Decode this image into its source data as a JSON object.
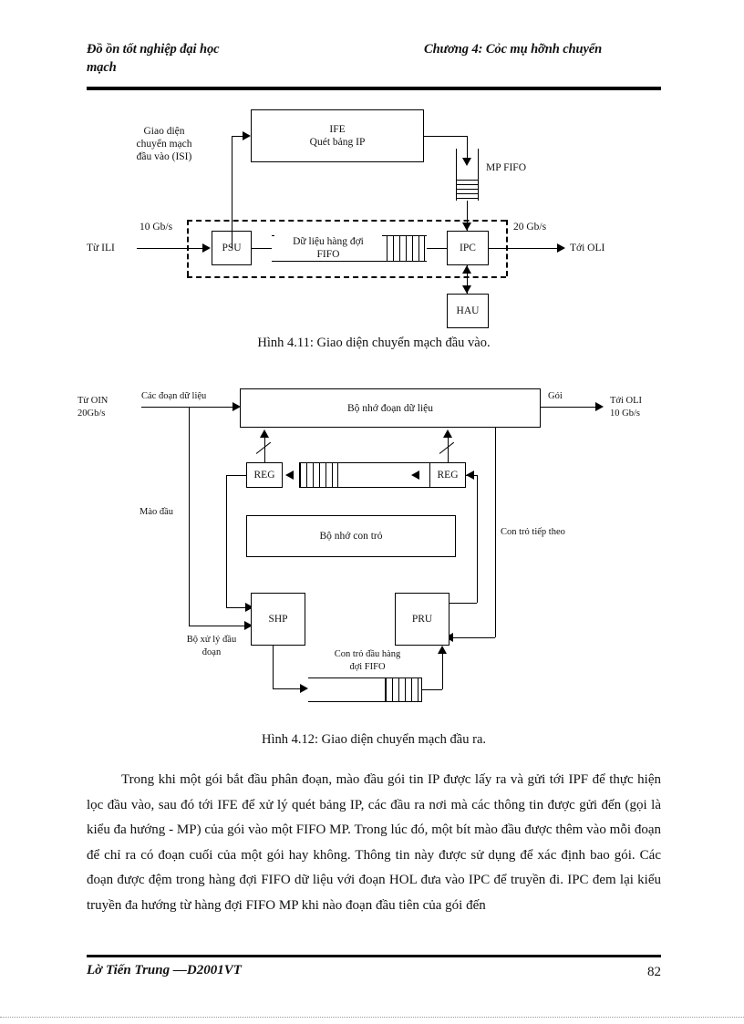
{
  "header": {
    "left_line1": "Đồ ồn tốt nghiệp đại học",
    "left_line2": "mạch",
    "right_line1": "Chương 4: Cỏc mụ hỡnh chuyển"
  },
  "footer": {
    "author": "Lờ Tiến Trung —D2001VT",
    "page_number": "82"
  },
  "figure_411": {
    "caption": "Hình 4.11: Giao diện chuyển mạch đầu vào.",
    "boxes": {
      "ife_line1": "IFE",
      "ife_line2": "Quét bảng IP",
      "psu": "PSU",
      "ipc": "IPC",
      "hau": "HAU"
    },
    "labels": {
      "isi_line1": "Giao diện",
      "isi_line2": "chuyển mạch",
      "isi_line3": "đầu vào (ISI)",
      "mp_fifo": "MP FIFO",
      "from_ili": "Từ ILI",
      "rate_in": "10 Gb/s",
      "rate_out": "20 Gb/s",
      "to_oli": "Tới OLI",
      "queue_line1": "Dữ liệu hàng đợi",
      "queue_line2": "FIFO"
    }
  },
  "figure_412": {
    "caption": "Hình 4.12: Giao diện chuyển mạch đầu ra.",
    "boxes": {
      "segment_memory": "Bộ nhớ đoạn dữ liệu",
      "pointer_memory": "Bộ nhớ con trỏ",
      "reg_left": "REG",
      "reg_right": "REG",
      "shp": "SHP",
      "pru": "PRU"
    },
    "labels": {
      "from_oin_line1": "Từ OIN",
      "from_oin_line2": "20Gb/s",
      "segments_in": "Các đoạn dữ liệu",
      "packet_out": "Gói",
      "to_oli_line1": "Tới OLI",
      "to_oli_line2": "10 Gb/s",
      "header_label": "Mào đầu",
      "next_pointer": "Con trỏ tiếp theo",
      "segment_processor_line1": "Bộ xử lý đầu",
      "segment_processor_line2": "đoạn",
      "hol_fifo_line1": "Con trỏ đầu hàng",
      "hol_fifo_line2": "đợi FIFO"
    }
  },
  "body": {
    "paragraph": "Trong khi một gói bắt đầu phân đoạn, mào đầu gói tin IP được lấy ra và gửi tới IPF để thực hiện lọc đầu vào, sau đó tới IFE để xử lý quét bảng IP, các đầu ra nơi mà các thông tin được gửi đến (gọi là kiểu đa hướng - MP) của gói vào một FIFO MP. Trong lúc đó, một bít mào đầu được thêm vào mỗi đoạn để chỉ ra có đoạn cuối của một gói hay không. Thông tin này được sử dụng để xác định bao gói. Các đoạn được đệm trong hàng đợi FIFO dữ liệu với đoạn HOL đưa vào IPC để truyền đi. IPC đem lại kiểu truyền đa hướng từ hàng đợi FIFO MP khi nào đoạn đầu tiên của gói đến"
  },
  "colors": {
    "ink": "#111111",
    "rule": "#000000",
    "page": "#ffffff"
  }
}
